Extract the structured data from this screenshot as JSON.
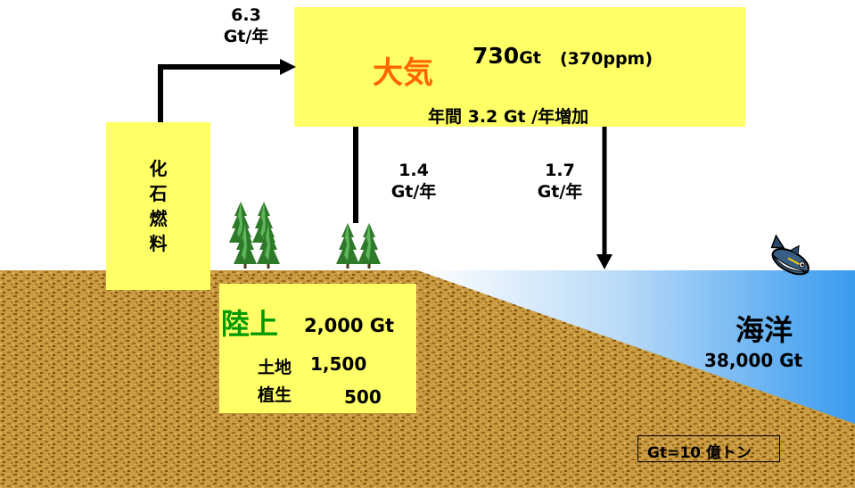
{
  "colors": {
    "ground": "#c89a3f",
    "ground_speckle": "#8a5a12",
    "ocean": "#3a9bf0",
    "box_yellow": "#ffff66",
    "atmosphere_label": "#ff6600",
    "land_label": "#009900"
  },
  "atmosphere": {
    "label": "大気",
    "amount": "730",
    "unit": "Gt",
    "ppm": "(370ppm)",
    "increase": "年間 3.2 Gt /年増加"
  },
  "fossil_fuel": {
    "label_chars": [
      "化",
      "石",
      "燃",
      "料"
    ]
  },
  "flows": {
    "emission": {
      "value": "6.3",
      "unit": "Gt/年"
    },
    "land_uptake": {
      "value": "1.4",
      "unit": "Gt/年"
    },
    "ocean_uptake": {
      "value": "1.7",
      "unit": "Gt/年"
    }
  },
  "land": {
    "label": "陸上",
    "total": "2,000 Gt",
    "soil_label": "土地",
    "soil_value": "1,500",
    "plant_label": "植生",
    "plant_value": "500"
  },
  "ocean": {
    "label": "海洋",
    "amount": "38,000 Gt"
  },
  "legend": {
    "unit_note": "Gt=10 億トン"
  },
  "icons": [
    "tree-icon",
    "fish-icon"
  ]
}
